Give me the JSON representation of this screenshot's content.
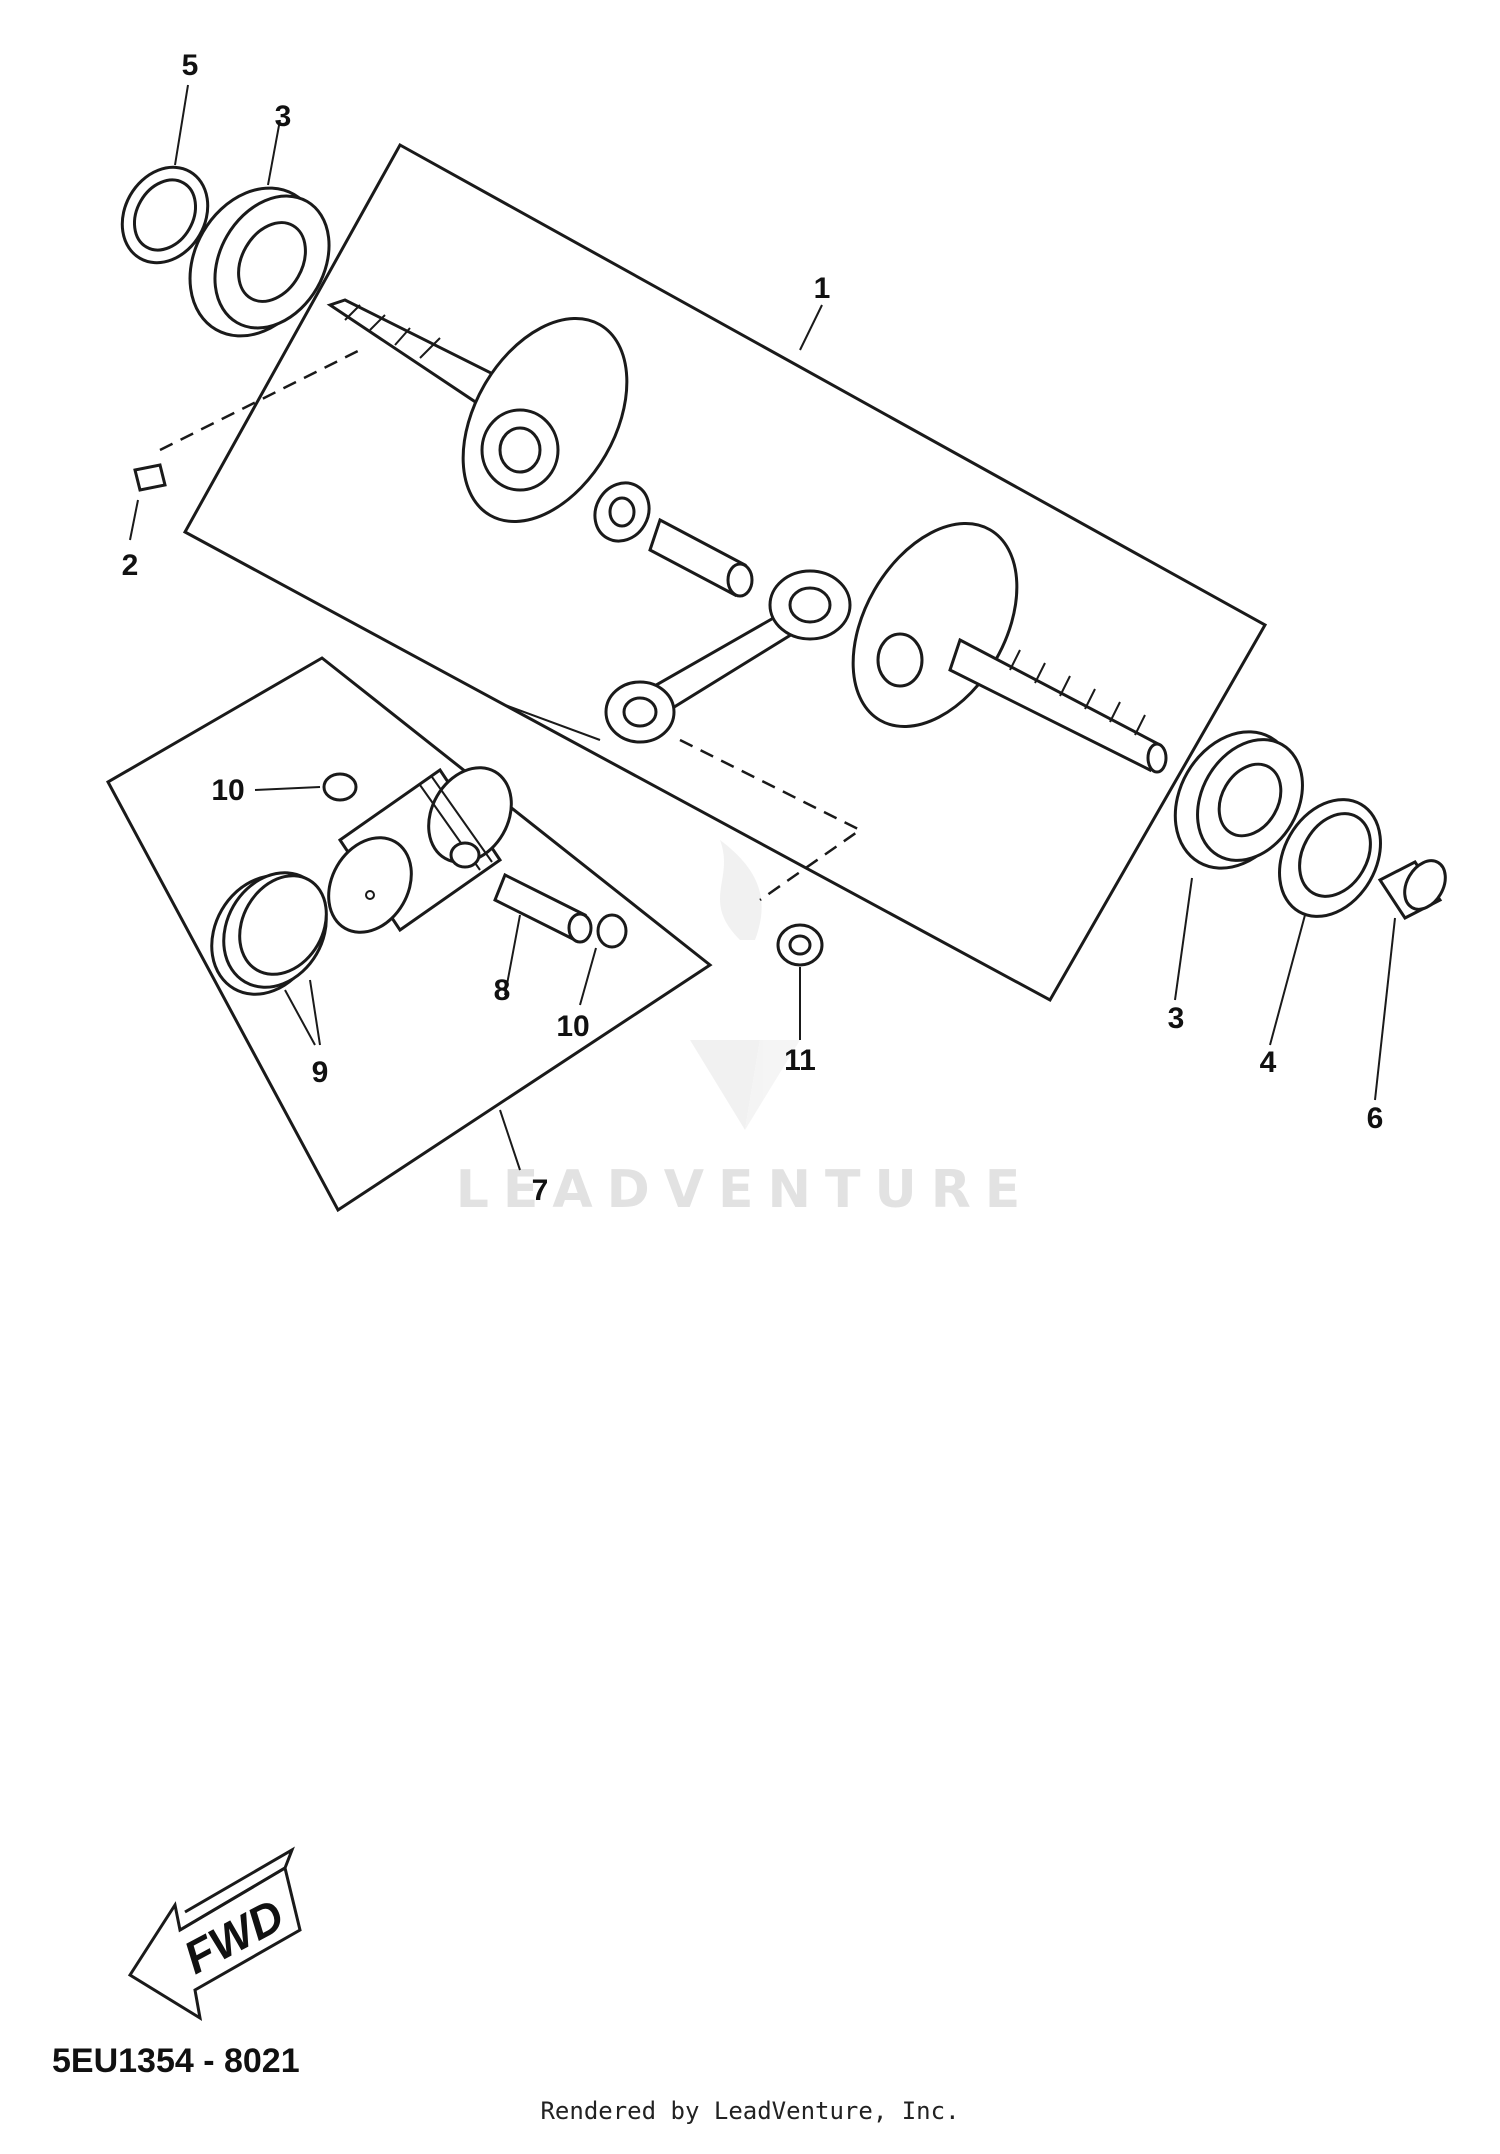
{
  "callouts": {
    "c1": "1",
    "c2": "2",
    "c3a": "3",
    "c3b": "3",
    "c4": "4",
    "c5": "5",
    "c6": "6",
    "c7": "7",
    "c8": "8",
    "c9": "9",
    "c10a": "10",
    "c10b": "10",
    "c11": "11"
  },
  "fwd_label": "FWD",
  "diagram_code": "5EU1354 - 8021",
  "watermark": "LEADVENTURE",
  "rendered_by": "Rendered by LeadVenture, Inc."
}
